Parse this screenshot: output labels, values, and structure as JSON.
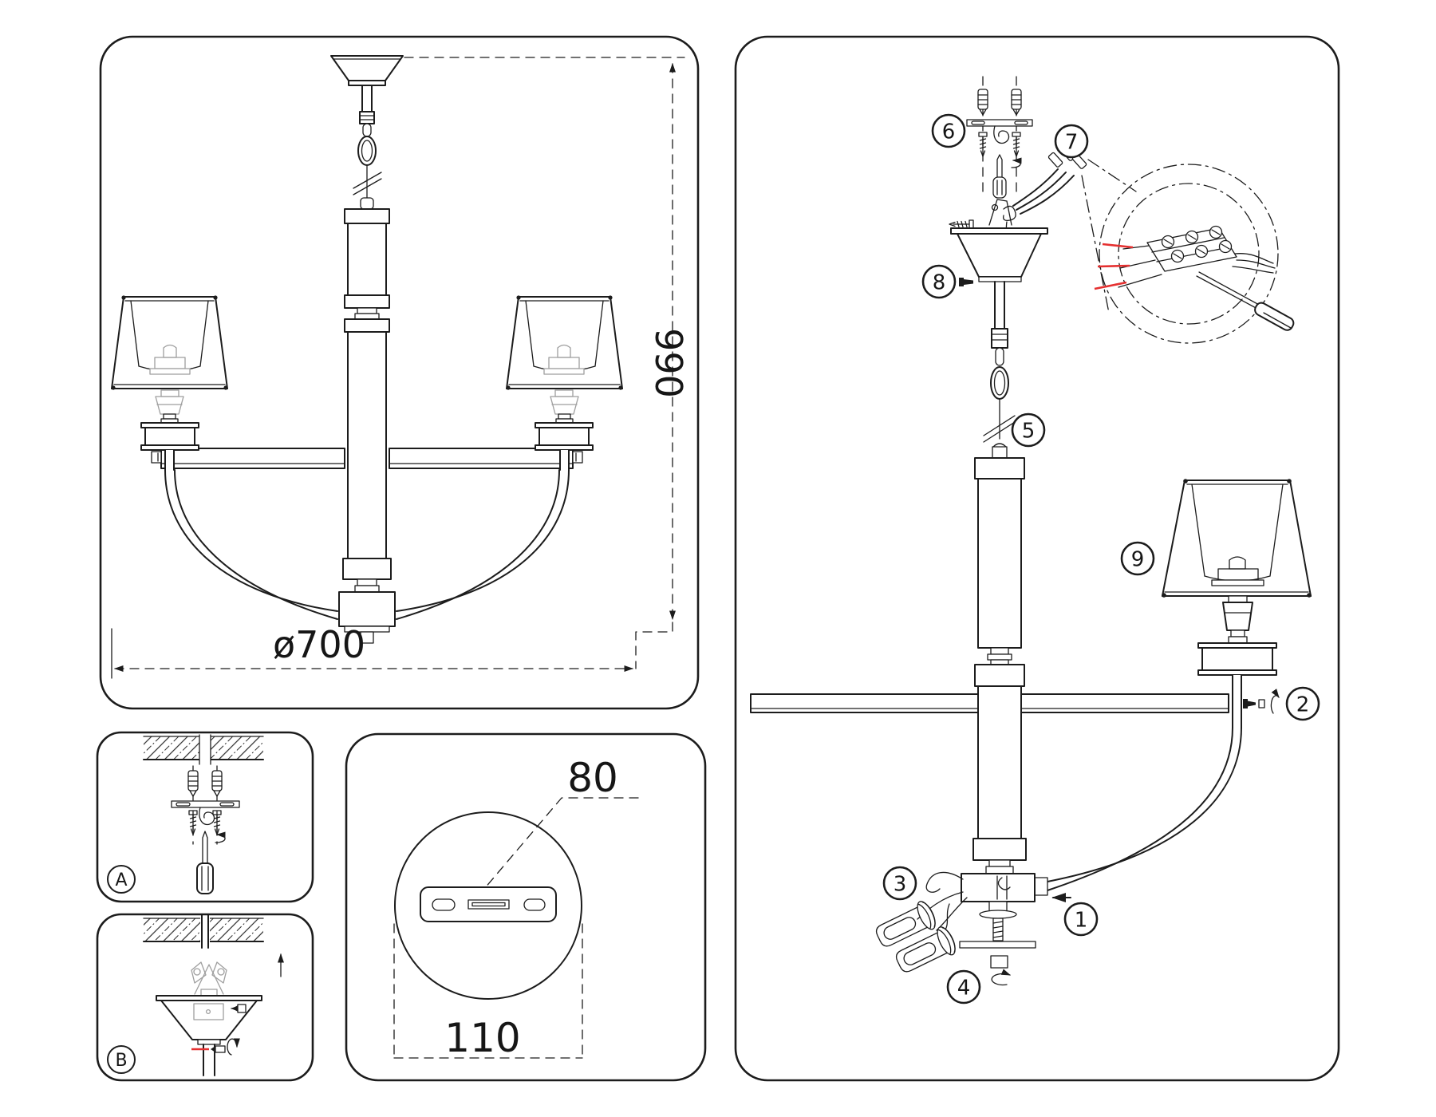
{
  "document": {
    "type": "chandelier-assembly-instruction-sheet"
  },
  "front_view": {
    "height_label": "990",
    "diameter_label": "ø700"
  },
  "detail_a": {
    "badge": "A"
  },
  "detail_b": {
    "badge": "B"
  },
  "plate_detail": {
    "hole_label": "80",
    "width_label": "110"
  },
  "assembly": {
    "badges": [
      "1",
      "2",
      "3",
      "4",
      "5",
      "6",
      "7",
      "8",
      "9"
    ]
  },
  "colors": {
    "line": "#1c1c1c",
    "accent_red": "#e53030",
    "ghost_gray": "#9e9e9e",
    "background": "#ffffff"
  }
}
